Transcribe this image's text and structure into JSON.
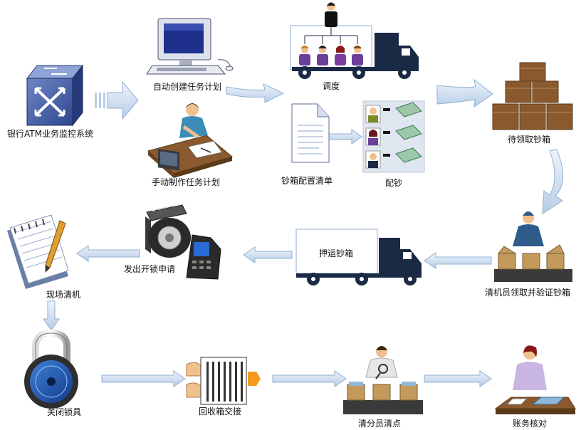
{
  "labels": {
    "atm_monitor": "银行ATM业务监控系统",
    "auto_plan": "自动创建任务计划",
    "manual_plan": "手动制作任务计划",
    "dispatch": "调度",
    "box_list": "钞箱配置清单",
    "allocate_cash": "配钞",
    "pending_boxes": "待领取钞箱",
    "operator_receive": "清机员领取并验证钞箱",
    "escort_boxes": "押运钞箱",
    "unlock_request": "发出开锁申请",
    "onsite_clear": "现场清机",
    "close_lock": "关闭锁具",
    "return_handover": "回收箱交接",
    "sorter_count": "清分员清点",
    "account_check": "账务核对"
  },
  "colors": {
    "arrow_fill": "#dbe8f5",
    "arrow_stroke": "#8fb1d3",
    "navy": "#1b2a44",
    "box_brown": "#8a5a2e"
  }
}
